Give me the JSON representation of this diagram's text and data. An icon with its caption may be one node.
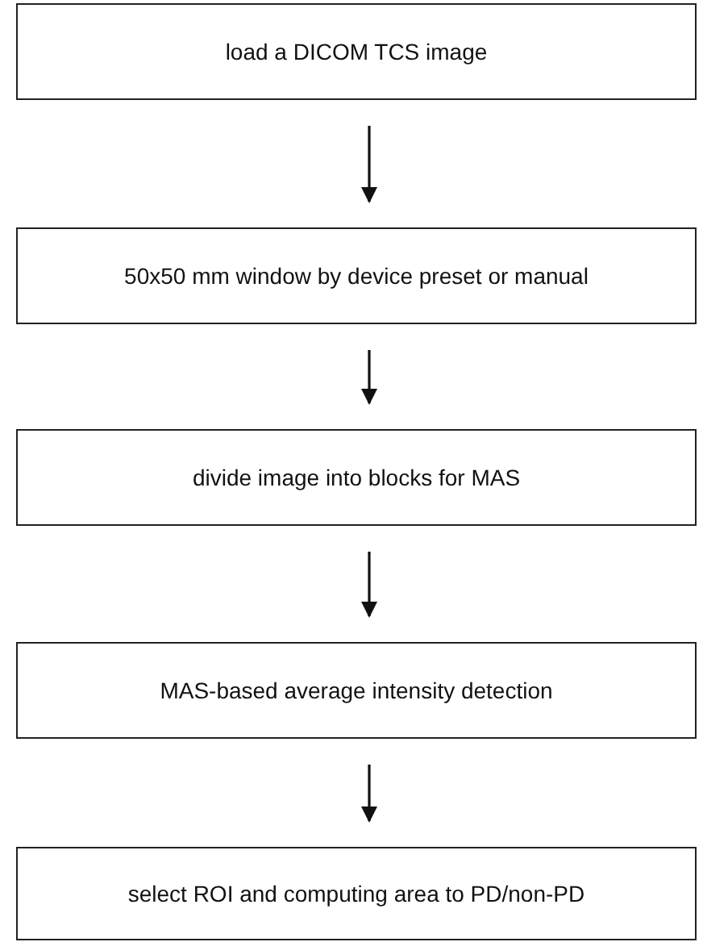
{
  "diagram": {
    "nodes": [
      {
        "text": [
          "load a DICOM TCS image"
        ]
      },
      {
        "text": [
          "50x50 mm window by device preset or manual"
        ]
      },
      {
        "text": [
          "divide image into blocks for MAS"
        ]
      },
      {
        "text": [
          "MAS-based average intensity detection"
        ]
      },
      {
        "text": [
          "select ROI and computing area to PD/non-PD"
        ]
      }
    ],
    "edges": [
      {
        "from": 0,
        "to": 1,
        "arrow": "to"
      },
      {
        "from": 1,
        "to": 2,
        "arrow": "to"
      },
      {
        "from": 2,
        "to": 3,
        "arrow": "to"
      },
      {
        "from": 3,
        "to": 4,
        "arrow": "to"
      }
    ]
  }
}
